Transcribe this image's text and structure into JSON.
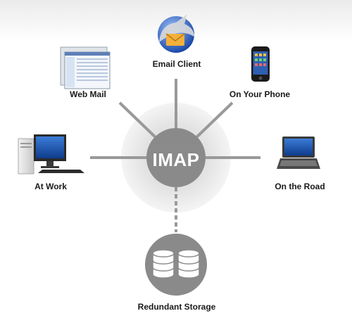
{
  "hub": {
    "label": "IMAP"
  },
  "nodes": {
    "email_client": "Email Client",
    "web_mail": "Web Mail",
    "phone": "On Your Phone",
    "work": "At Work",
    "road": "On the Road",
    "storage": "Redundant Storage"
  },
  "colors": {
    "connector": "#999999",
    "hub": "#8a8a8a",
    "halo": "#e6e6e6",
    "label": "#1a1a1a"
  }
}
